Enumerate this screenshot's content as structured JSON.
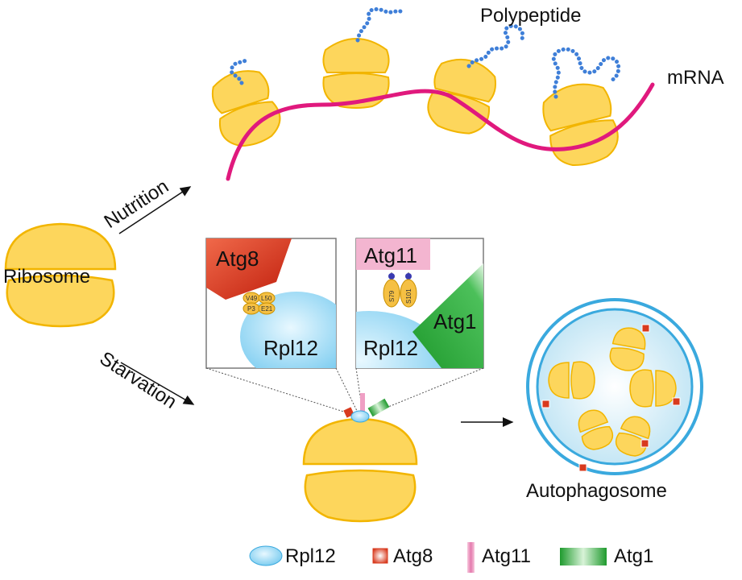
{
  "labels": {
    "polypeptide": "Polypeptide",
    "mrna": "mRNA",
    "ribosome": "Ribosome",
    "nutrition": "Nutrition",
    "starvation": "Starvation",
    "autophagosome": "Autophagosome"
  },
  "inset_left": {
    "atg8": "Atg8",
    "rpl12": "Rpl12",
    "residues": [
      "V49",
      "L50",
      "P3",
      "E21"
    ]
  },
  "inset_right": {
    "atg11": "Atg11",
    "atg1": "Atg1",
    "rpl12": "Rpl12",
    "residues": [
      "S79",
      "S101"
    ]
  },
  "legend": [
    "Rpl12",
    "Atg8",
    "Atg11",
    "Atg1"
  ],
  "colors": {
    "ribosome": "#fdd65c",
    "ribosome_edge": "#f2b500",
    "mrna": "#e0197d",
    "polypeptide": "#3f7fd8",
    "rpl12": "#7fd0f0",
    "atg8": "#d83a1e",
    "atg11": "#ef9fc4",
    "atg1": "#27a235",
    "membrane": "#3aa9de"
  }
}
